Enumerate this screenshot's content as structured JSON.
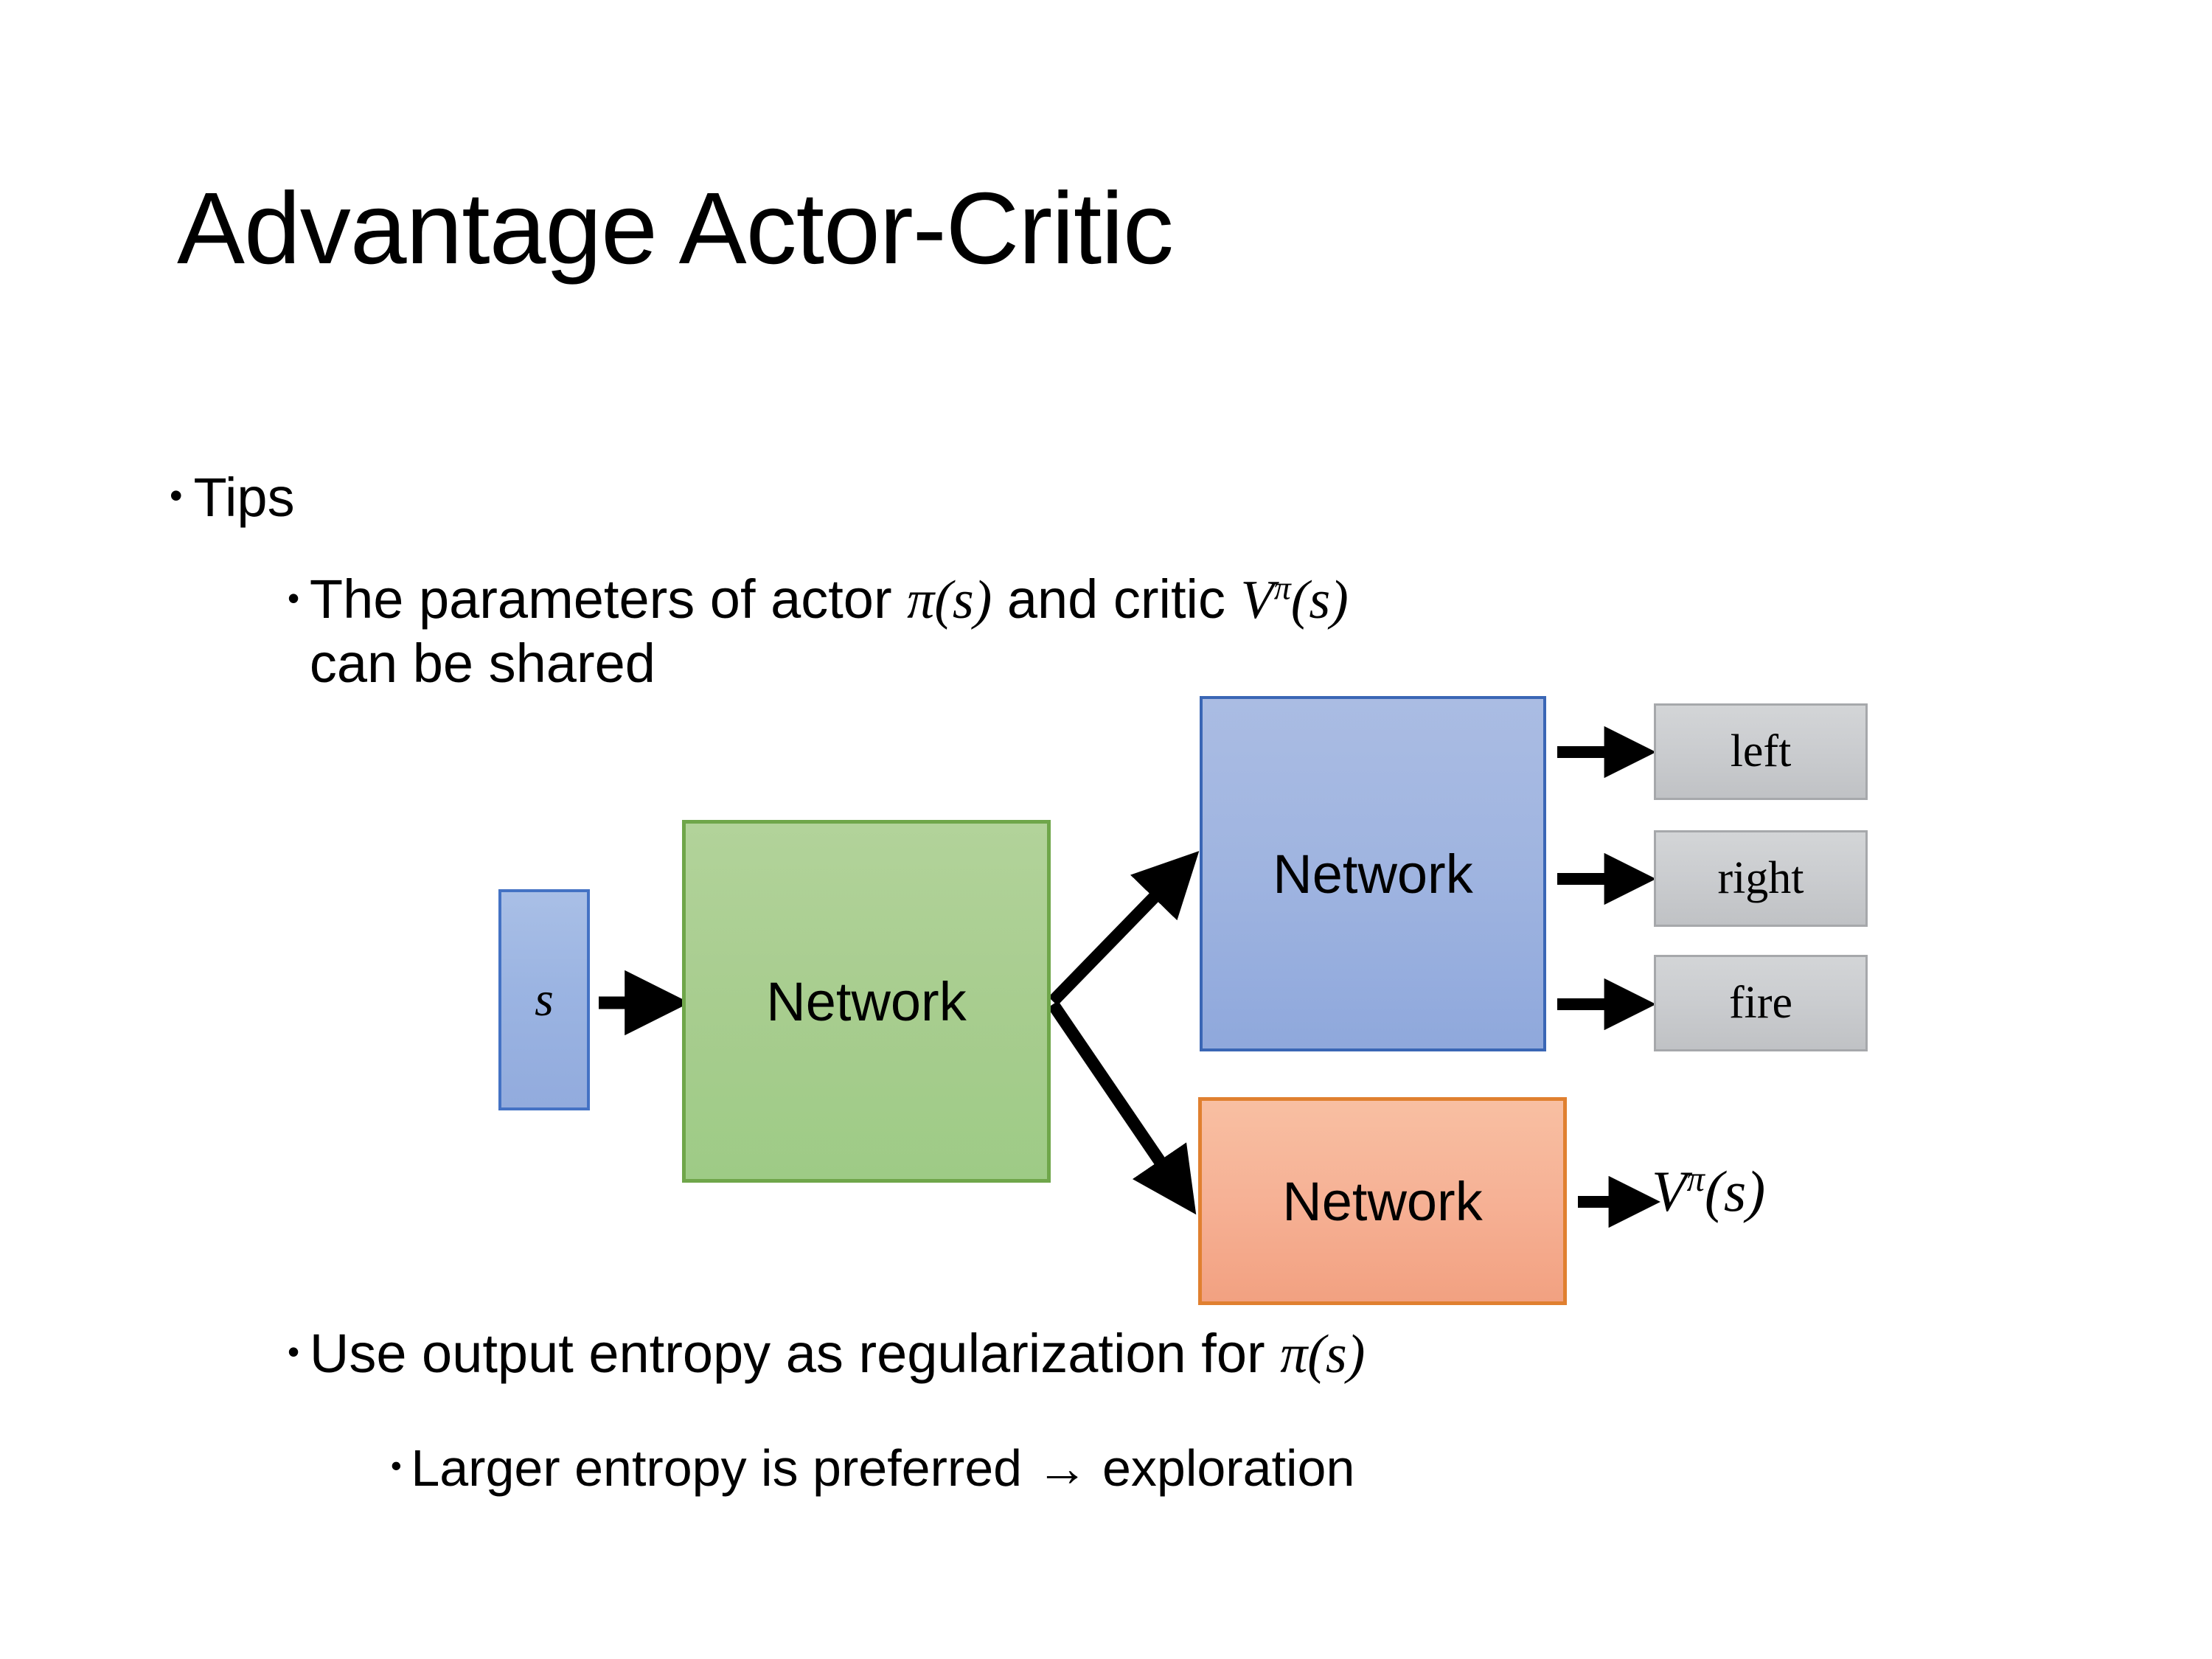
{
  "slide": {
    "title": "Advantage Actor-Critic",
    "background": "#ffffff"
  },
  "bullets": {
    "tips": {
      "marker": "•",
      "text": "Tips"
    },
    "shared_params": {
      "marker": "•",
      "line1_pre": "The parameters of actor ",
      "math_pi": "π(s)",
      "line1_mid": "  and critic ",
      "math_v_base": "V",
      "math_v_sup": "π",
      "math_v_arg": "(s)",
      "line2": "can be shared"
    },
    "entropy": {
      "marker": "•",
      "text_pre": "Use output entropy as regularization for ",
      "math_pi": "π(s)"
    },
    "exploration": {
      "marker": "•",
      "text": "Larger entropy is preferred → exploration"
    }
  },
  "diagram": {
    "input_node": {
      "label": "s",
      "fill": "#9bb4e2",
      "border": "#4472c4"
    },
    "shared_network": {
      "label": "Network",
      "fill": "#a8cd8f",
      "border": "#6fa64a"
    },
    "actor_network": {
      "label": "Network",
      "fill": "#9fb4e0",
      "border": "#3a66b5"
    },
    "critic_network": {
      "label": "Network",
      "fill": "#f6b195",
      "border": "#e08030"
    },
    "action_outputs": [
      {
        "label": "left",
        "fill": "#cbcdd0",
        "border": "#a6a8ab"
      },
      {
        "label": "right",
        "fill": "#cbcdd0",
        "border": "#a6a8ab"
      },
      {
        "label": "fire",
        "fill": "#cbcdd0",
        "border": "#a6a8ab"
      }
    ],
    "critic_output": {
      "base": "V",
      "sup": "π",
      "arg": "(s)"
    },
    "arrows": [
      {
        "name": "s-to-shared",
        "from": "input_node",
        "to": "shared_network"
      },
      {
        "name": "shared-to-actor",
        "from": "shared_network",
        "to": "actor_network"
      },
      {
        "name": "shared-to-critic",
        "from": "shared_network",
        "to": "critic_network"
      },
      {
        "name": "actor-to-left",
        "from": "actor_network",
        "to": "left"
      },
      {
        "name": "actor-to-right",
        "from": "actor_network",
        "to": "right"
      },
      {
        "name": "actor-to-fire",
        "from": "actor_network",
        "to": "fire"
      },
      {
        "name": "critic-to-value",
        "from": "critic_network",
        "to": "critic_output"
      }
    ]
  }
}
